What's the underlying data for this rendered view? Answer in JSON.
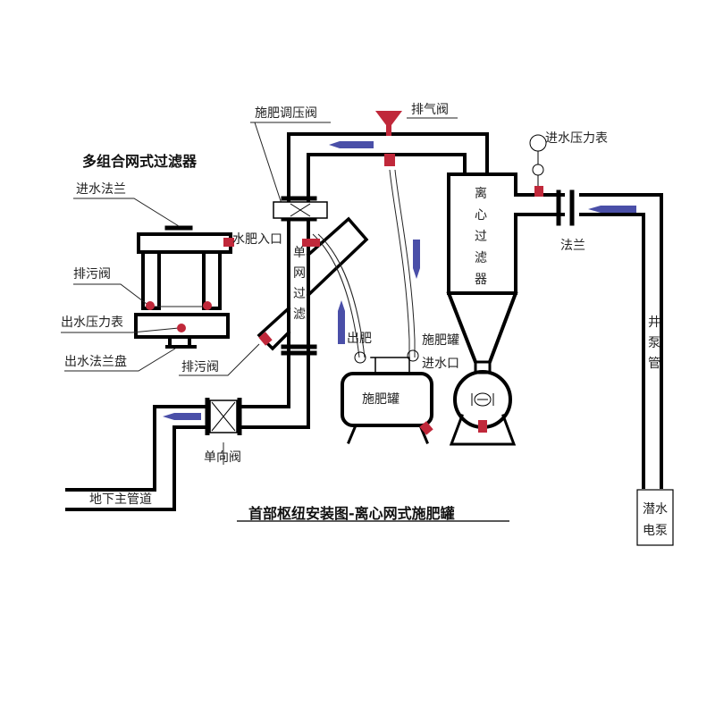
{
  "diagram": {
    "title": "首部枢纽安装图-离心网式施肥罐",
    "subtitle_filter": "多组合网式过滤器",
    "colors": {
      "pipe": "#000000",
      "flow_arrow": "#4a4fa8",
      "valve_red": "#c0283a",
      "background": "#ffffff"
    },
    "labels": {
      "inlet_flange": "进水法兰",
      "drain_valve_left": "排污阀",
      "outlet_pressure_gauge": "出水压力表",
      "outlet_flange_plate": "出水法兰盘",
      "drain_valve_center": "排污阀",
      "fert_pressure_valve": "施肥调压阀",
      "air_valve": "排气阀",
      "water_fert_inlet": "水肥入口",
      "fert_out": "出肥",
      "tank_inlet_line1": "施肥罐",
      "tank_inlet_line2": "进水口",
      "fert_tank": "施肥罐",
      "inlet_pressure_gauge": "进水压力表",
      "flange": "法兰",
      "check_valve": "单向阀",
      "main_pipe": "地下主管道"
    },
    "vertical_labels": {
      "single_mesh_filter": [
        "单",
        "网",
        "过",
        "滤"
      ],
      "centrifugal_filter": [
        "离",
        "心",
        "过",
        "滤",
        "器"
      ],
      "well_pipe": [
        "井",
        "泵",
        "管"
      ],
      "submersible_pump": [
        "潜水",
        "电泵"
      ]
    },
    "icons": {
      "flow_arrow": "arrow-icon",
      "valve": "valve-icon",
      "gauge": "pressure-gauge-icon"
    }
  }
}
